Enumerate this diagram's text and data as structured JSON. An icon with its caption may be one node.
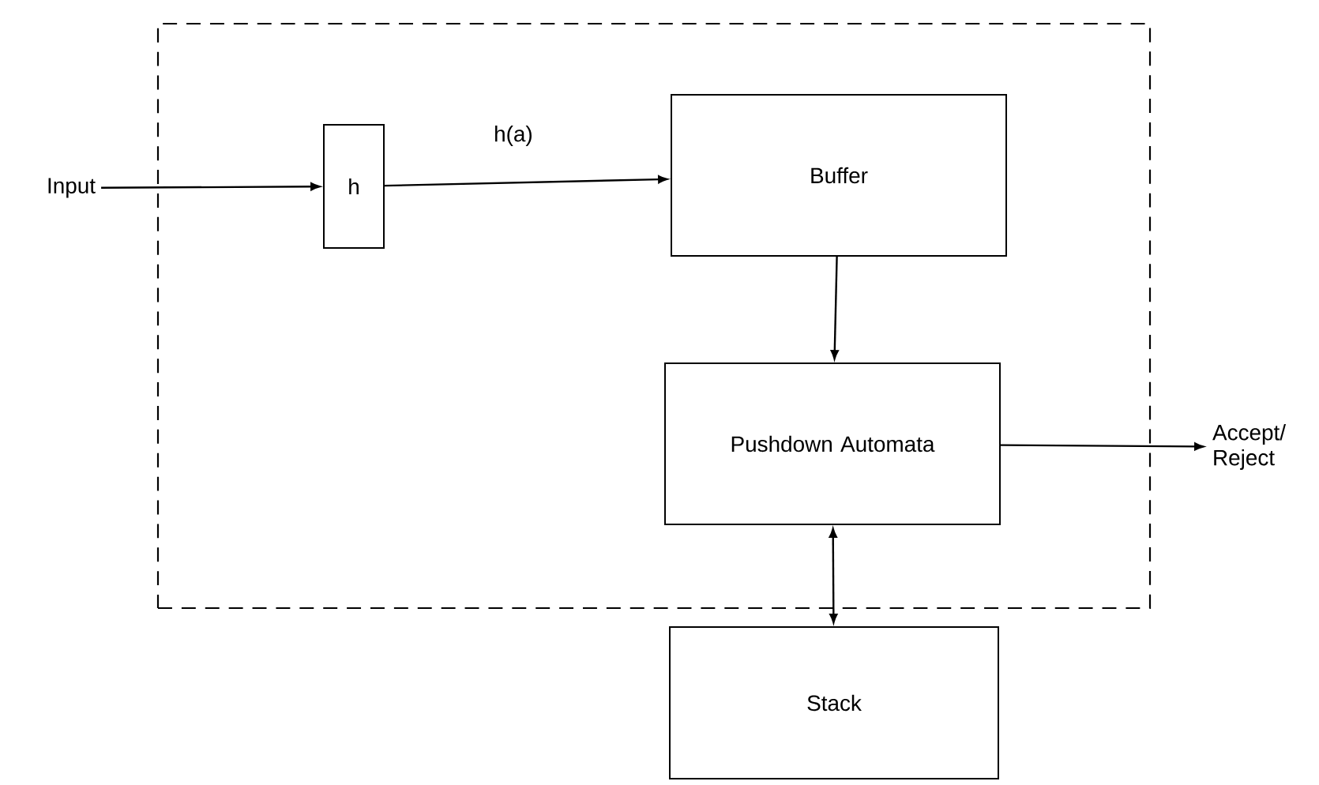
{
  "diagram": {
    "nodes": [
      {
        "text": [],
        "shape": "box"
      },
      {
        "text": [
          "Input"
        ]
      },
      {
        "text": [
          "h"
        ],
        "in": 0
      },
      {
        "text": [
          "Buffer"
        ],
        "in": 0
      },
      {
        "text": [
          "Pushdown Automata"
        ],
        "in": 0
      },
      {
        "text": [
          "Accept/ Reject"
        ]
      },
      {
        "text": [
          "Stack"
        ]
      }
    ],
    "edges": [
      {
        "from": 1,
        "to": 2,
        "arrow": "to"
      },
      {
        "from": 2,
        "to": 3,
        "arrow": "to",
        "label": "h(a)"
      },
      {
        "from": 3,
        "to": 4,
        "arrow": "to"
      },
      {
        "from": 4,
        "to": 5,
        "arrow": "to"
      },
      {
        "from": 4,
        "to": 6,
        "arrow": "both"
      }
    ]
  }
}
